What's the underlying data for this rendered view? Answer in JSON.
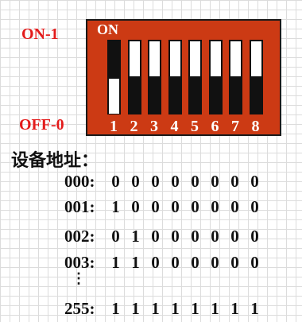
{
  "labels": {
    "on": "ON-1",
    "off": "OFF-0"
  },
  "switch": {
    "top_label": "ON",
    "numbers": [
      "1",
      "2",
      "3",
      "4",
      "5",
      "6",
      "7",
      "8"
    ],
    "states": [
      0,
      1,
      1,
      1,
      1,
      1,
      1,
      1
    ]
  },
  "address_title": "设备地址：",
  "address_rows": [
    {
      "label": "000:",
      "bits": [
        "0",
        "0",
        "0",
        "0",
        "0",
        "0",
        "0",
        "0"
      ]
    },
    {
      "label": "001:",
      "bits": [
        "1",
        "0",
        "0",
        "0",
        "0",
        "0",
        "0",
        "0"
      ]
    },
    {
      "label": "002:",
      "bits": [
        "0",
        "1",
        "0",
        "0",
        "0",
        "0",
        "0",
        "0"
      ]
    },
    {
      "label": "003:",
      "bits": [
        "1",
        "1",
        "0",
        "0",
        "0",
        "0",
        "0",
        "0"
      ]
    },
    {
      "label": "255:",
      "bits": [
        "1",
        "1",
        "1",
        "1",
        "1",
        "1",
        "1",
        "1"
      ]
    }
  ],
  "ellipsis": "⋮"
}
